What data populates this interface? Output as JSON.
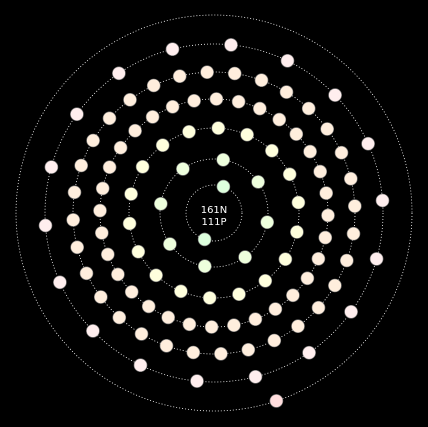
{
  "nucleus": {
    "neutrons_label": "161N",
    "protons_label": "111P"
  },
  "shells": [
    {
      "electrons": 2,
      "color": "#ddffdd"
    },
    {
      "electrons": 8,
      "color": "#eeffdd"
    },
    {
      "electrons": 18,
      "color": "#ffffdd"
    },
    {
      "electrons": 32,
      "color": "#ffeedd"
    },
    {
      "electrons": 32,
      "color": "#ffeedd"
    },
    {
      "electrons": 18,
      "color": "#ffeeee"
    },
    {
      "electrons": 1,
      "color": "#ffdddd"
    }
  ],
  "colors": {
    "background": "#000000",
    "orbit": "#ffffff",
    "electron_stroke": "#777777"
  }
}
